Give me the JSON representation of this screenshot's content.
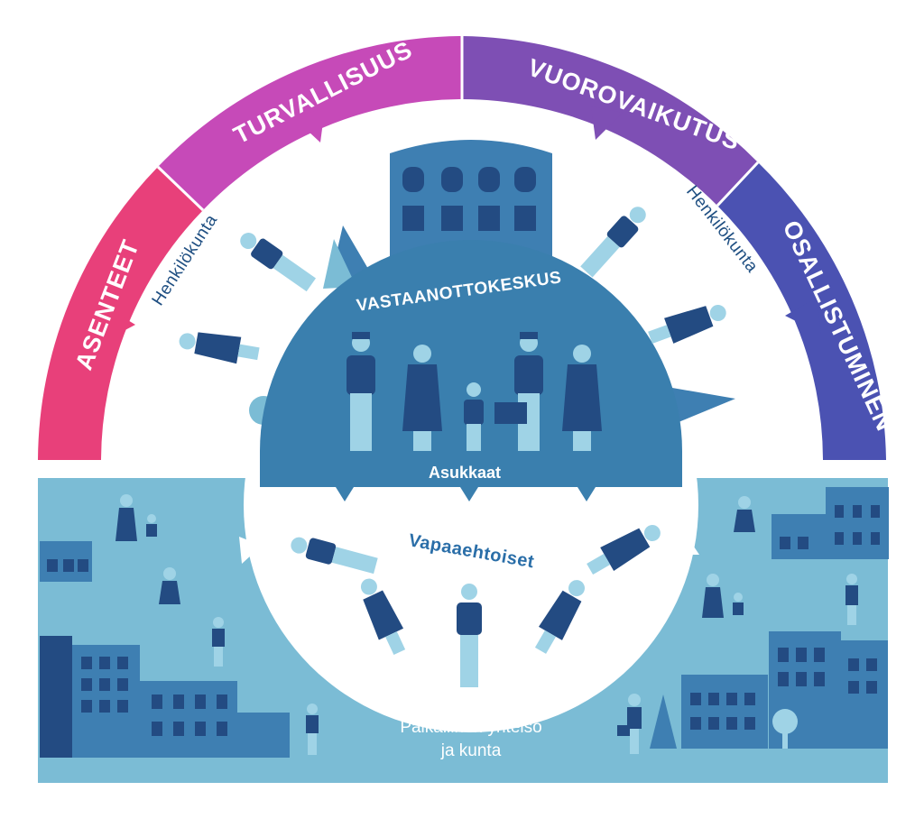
{
  "arc_segments": [
    {
      "label": "ASENTEET",
      "color": "#e8407a"
    },
    {
      "label": "TURVALLISUUS",
      "color": "#c64ab8"
    },
    {
      "label": "VUOROVAIKUTUS",
      "color": "#7e4fb4"
    },
    {
      "label": "OSALLISTUMINEN",
      "color": "#4b52b2"
    }
  ],
  "staff_left": "Henkilökunta",
  "staff_right": "Henkilökunta",
  "center": {
    "title": "VASTAANOTTOKESKUS",
    "residents": "Asukkaat"
  },
  "volunteers": "Vapaaehtoiset",
  "community": {
    "line1": "Paikallinen yhteisö",
    "line2": "ja kunta"
  },
  "colors": {
    "community_bg": "#7bbcd5",
    "dome": "#3a7fae",
    "building": "#3e7fb2",
    "person_dark": "#234b82",
    "person_light": "#9fd3e6"
  }
}
